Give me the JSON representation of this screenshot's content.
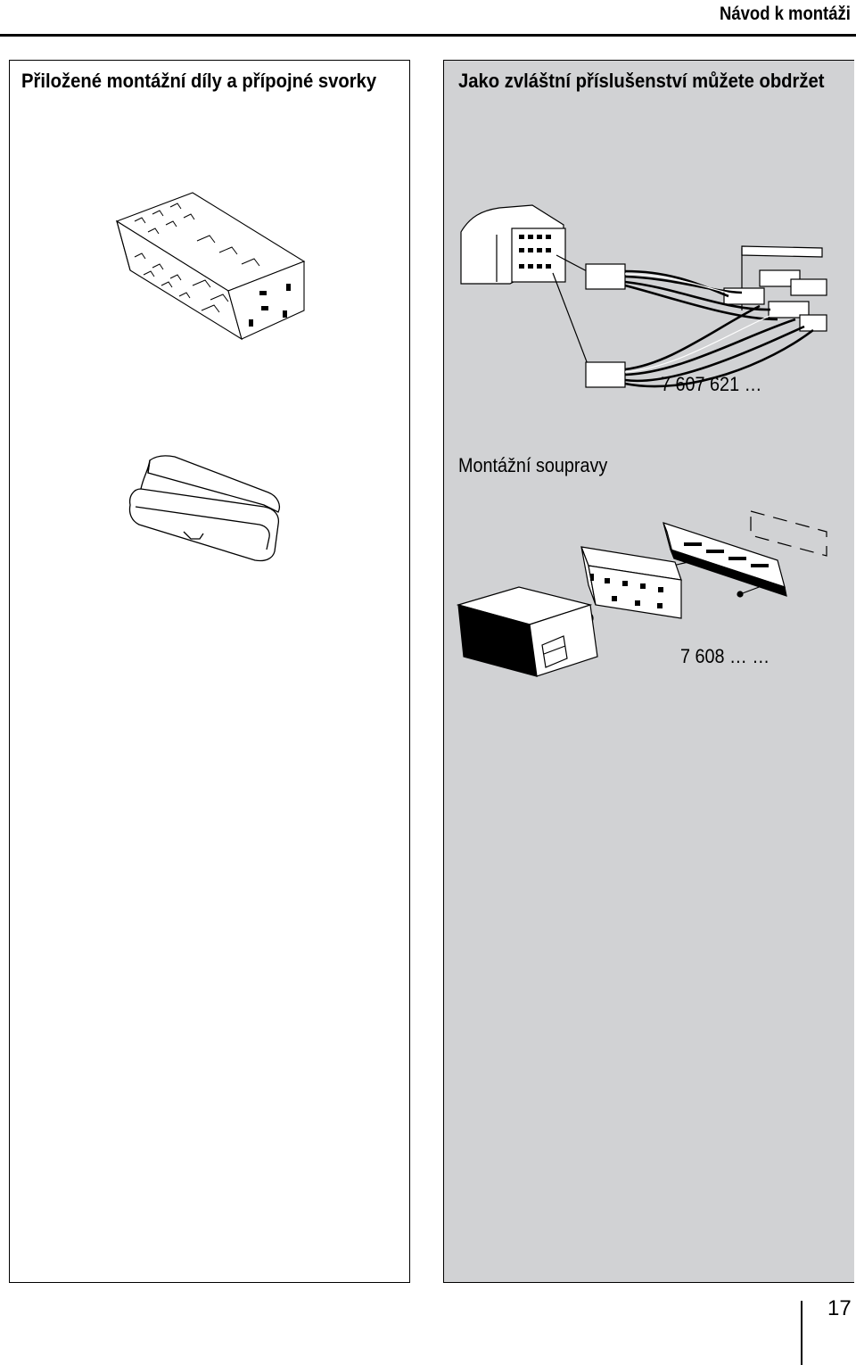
{
  "header": {
    "title": "Návod k montáži"
  },
  "left_panel": {
    "heading": "Přiložené montážní díly a přípojné svorky",
    "illustrations": [
      "mounting-frame",
      "radio-case"
    ]
  },
  "right_panel": {
    "heading": "Jako zvláštní příslušenství můžete obdržet",
    "adapter_cable_code": "7 607 621 …",
    "mounting_kits_label": "Montážní soupravy",
    "mounting_kit_code": "7 608 … …",
    "illustrations": [
      "adapter-cable-set",
      "mounting-kit"
    ]
  },
  "page_number": "17",
  "colors": {
    "accessory_panel_bg": "#d1d2d4",
    "rule": "#000000"
  }
}
